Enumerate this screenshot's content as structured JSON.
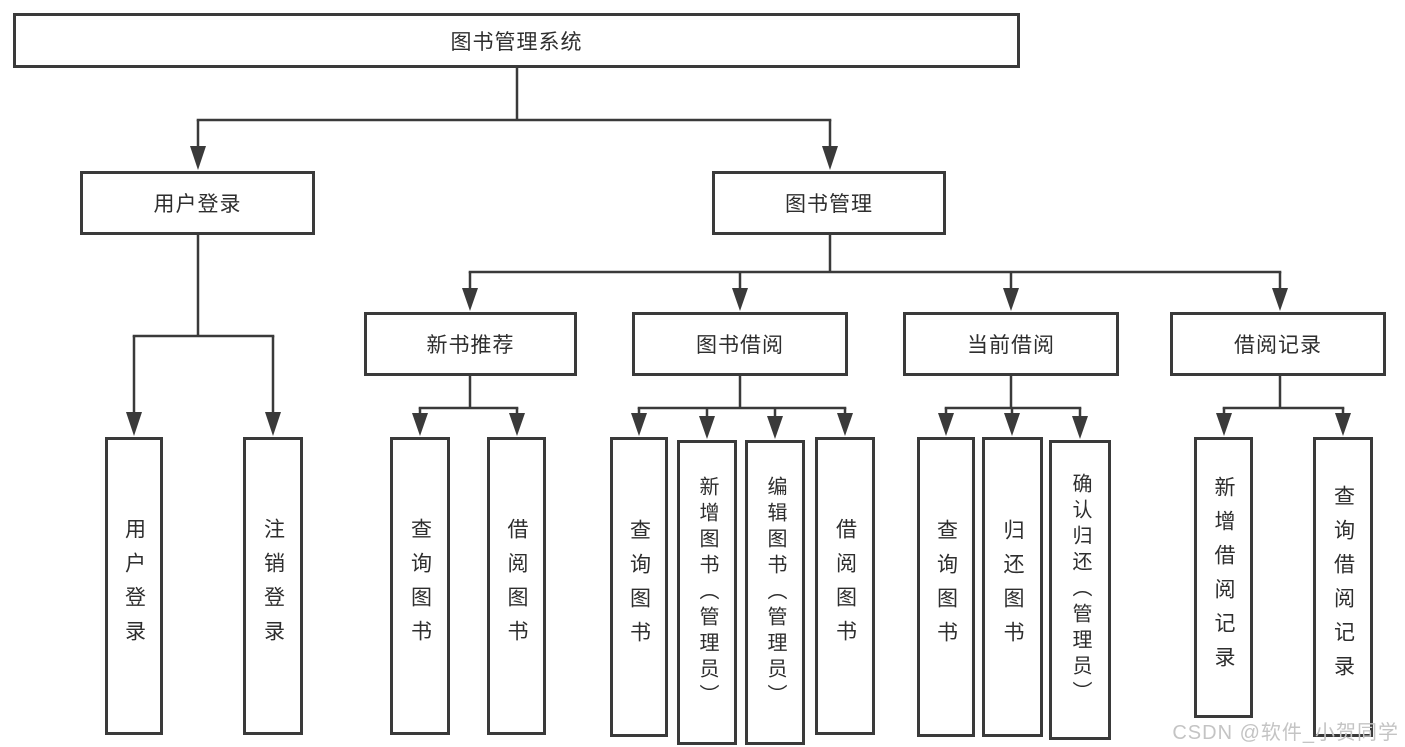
{
  "tree": {
    "label": "图书管理系统",
    "children": [
      {
        "label": "用户登录",
        "children": [
          {
            "label": "用户登录"
          },
          {
            "label": "注销登录"
          }
        ]
      },
      {
        "label": "图书管理",
        "children": [
          {
            "label": "新书推荐",
            "children": [
              {
                "label": "查询图书"
              },
              {
                "label": "借阅图书"
              }
            ]
          },
          {
            "label": "图书借阅",
            "children": [
              {
                "label": "查询图书"
              },
              {
                "label": "新增图书（管理员）"
              },
              {
                "label": "编辑图书（管理员）"
              },
              {
                "label": "借阅图书"
              }
            ]
          },
          {
            "label": "当前借阅",
            "children": [
              {
                "label": "查询图书"
              },
              {
                "label": "归还图书"
              },
              {
                "label": "确认归还（管理员）"
              }
            ]
          },
          {
            "label": "借阅记录",
            "children": [
              {
                "label": "新增借阅记录"
              },
              {
                "label": "查询借阅记录"
              }
            ]
          }
        ]
      }
    ]
  },
  "watermark": "CSDN @软件_小贺同学",
  "colors": {
    "line": "#3a3a3a",
    "box_border": "#3a3a3a",
    "text": "#2e2e2e",
    "watermark": "#c4c4c4",
    "background": "#ffffff"
  }
}
